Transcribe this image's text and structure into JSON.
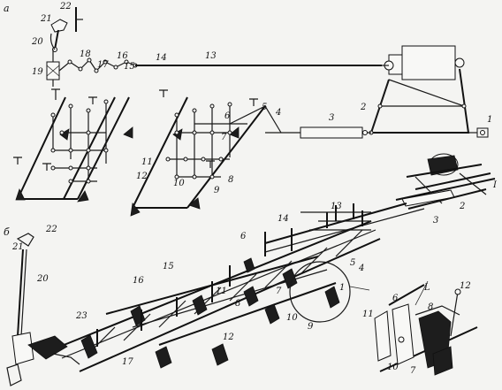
{
  "panels": {
    "schematic_label": "а",
    "perspective_label": "б"
  },
  "schematic": {
    "callouts": [
      "1",
      "2",
      "3",
      "4",
      "5",
      "6",
      "7",
      "8",
      "9",
      "10",
      "11",
      "12",
      "13",
      "14",
      "15",
      "16",
      "17",
      "18",
      "19",
      "20",
      "21",
      "22"
    ]
  },
  "perspective": {
    "callouts": [
      "1",
      "2",
      "3",
      "4",
      "5",
      "6",
      "7",
      "8",
      "9",
      "10",
      "11",
      "12",
      "13",
      "14",
      "15",
      "16",
      "17",
      "20",
      "21",
      "22",
      "23",
      "I"
    ]
  },
  "detail": {
    "callouts": [
      "L",
      "12",
      "6",
      "11",
      "8",
      "10",
      "7"
    ]
  }
}
